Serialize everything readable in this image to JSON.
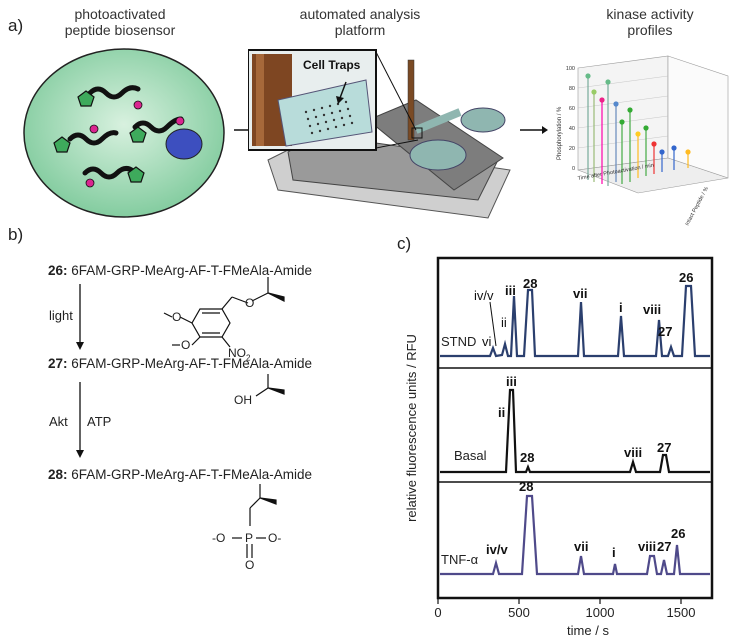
{
  "panel_a": {
    "label": "a)",
    "sensor_caption": "photoactivated\npeptide biosensor",
    "platform_caption": "automated analysis\nplatform",
    "platform_callout": "Cell Traps",
    "profiles_caption": "kinase activity\nprofiles",
    "plot3d": {
      "z_axis_label": "Phosphorylation / %",
      "x_axis_label": "Time after Photoactivation / min",
      "y_axis_label": "Intact Peptide / %",
      "z_ticks": [
        "100",
        "80",
        "60",
        "40",
        "20",
        "0"
      ]
    }
  },
  "panel_b": {
    "label": "b)",
    "line1_num": "26:",
    "line1_seq": "6FAM-GRP-MeArg-AF-T-FMeAla-Amide",
    "step1": "light",
    "line2_num": "27:",
    "line2_seq": "6FAM-GRP-MeArg-AF-T-FMeAla-Amide",
    "oh": "OH",
    "step2a": "Akt",
    "step2b": "ATP",
    "line3_num": "28:",
    "line3_seq": "6FAM-GRP-MeArg-AF-T-FMeAla-Amide",
    "no2": "NO",
    "no2_sub": "2",
    "o_top": "O",
    "o_left": "O",
    "o_right": "O",
    "phosphate_p": "P",
    "phosphate_o_left": "-O",
    "phosphate_o_right": "O-",
    "phosphate_o_bottom": "O"
  },
  "panel_c": {
    "label": "c)",
    "y_axis_label": "relative fluorescence units / RFU",
    "x_axis_label": "time / s",
    "x_ticks": [
      "0",
      "500",
      "1000",
      "1500"
    ],
    "traces": [
      {
        "name": "STND",
        "color": "#2b3f6e",
        "peak_labels": [
          "vi",
          "iv/v",
          "ii",
          "iii",
          "28",
          "vii",
          "i",
          "viii",
          "27",
          "26"
        ]
      },
      {
        "name": "Basal",
        "color": "#111111",
        "peak_labels": [
          "ii",
          "iii",
          "28",
          "viii",
          "27"
        ]
      },
      {
        "name": "TNF-α",
        "color": "#4f4a8a",
        "peak_labels": [
          "iv/v",
          "28",
          "vii",
          "i",
          "viii",
          "27",
          "26"
        ]
      }
    ]
  }
}
